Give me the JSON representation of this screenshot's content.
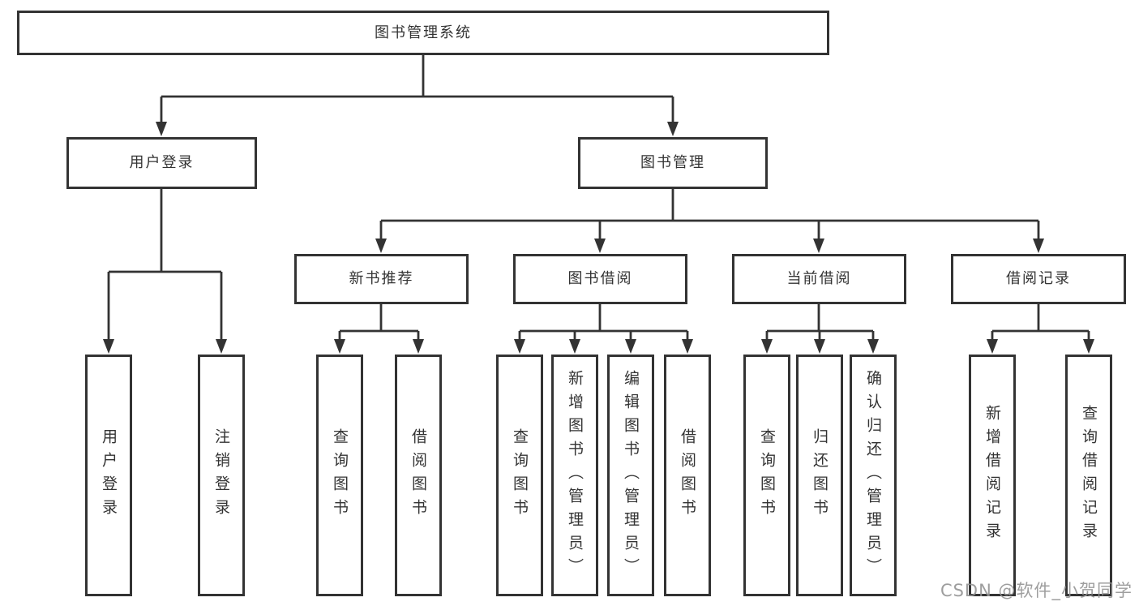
{
  "diagram": {
    "root": {
      "label": "图书管理系统"
    },
    "branches": [
      {
        "label": "用户登录",
        "leaves": [
          "用户登录",
          "注销登录"
        ]
      },
      {
        "label": "图书管理",
        "sections": [
          {
            "label": "新书推荐",
            "leaves": [
              "查询图书",
              "借阅图书"
            ]
          },
          {
            "label": "图书借阅",
            "leaves": [
              "查询图书",
              "新增图书（管理员）",
              "编辑图书（管理员）",
              "借阅图书"
            ]
          },
          {
            "label": "当前借阅",
            "leaves": [
              "查询图书",
              "归还图书",
              "确认归还（管理员）"
            ]
          },
          {
            "label": "借阅记录",
            "leaves": [
              "新增借阅记录",
              "查询借阅记录"
            ]
          }
        ]
      }
    ]
  },
  "watermark": {
    "text": "CSDN @软件_小贺同学"
  },
  "colors": {
    "line": "#333333",
    "box_border": "#333333",
    "text": "#333333",
    "watermark": "#949494",
    "background": "#ffffff"
  }
}
